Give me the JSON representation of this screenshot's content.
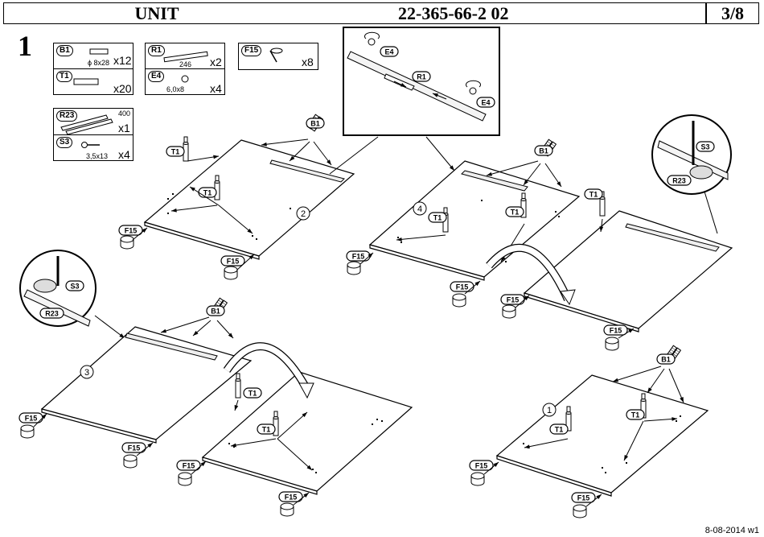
{
  "header": {
    "title": "UNIT",
    "code": "22-365-66-2    02",
    "page": "3/8"
  },
  "step_number": "1",
  "footer": {
    "date": "8-08-2014 w1"
  },
  "parts": {
    "b1": {
      "label": "B1",
      "dim": "ϕ 8x28",
      "qty": "x12"
    },
    "t1": {
      "label": "T1",
      "qty": "x20"
    },
    "r1": {
      "label": "R1",
      "dim": "246",
      "qty": "x2"
    },
    "e4": {
      "label": "E4",
      "dim": "6,0x8",
      "qty": "x4"
    },
    "f15": {
      "label": "F15",
      "qty": "x8"
    },
    "r23": {
      "label": "R23",
      "dim": "400",
      "qty": "x1"
    },
    "s3": {
      "label": "S3",
      "dim": "3,5x13",
      "qty": "x4"
    }
  },
  "callouts": {
    "b1": "B1",
    "t1": "T1",
    "f15": "F15",
    "r1": "R1",
    "e4": "E4",
    "s3": "S3",
    "r23": "R23"
  },
  "panel_numbers": [
    "1",
    "2",
    "3",
    "4"
  ]
}
